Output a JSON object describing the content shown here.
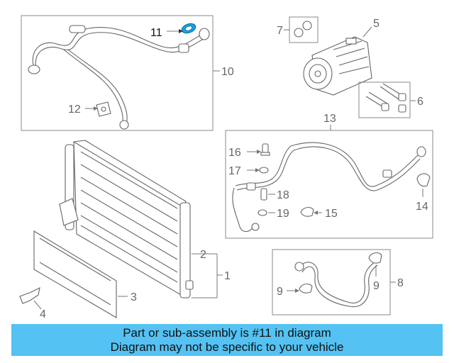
{
  "callouts": {
    "c1": "1",
    "c2": "2",
    "c3": "3",
    "c4": "4",
    "c5": "5",
    "c6": "6",
    "c7": "7",
    "c8": "8",
    "c9a": "9",
    "c9b": "9",
    "c10": "10",
    "c11": "11",
    "c12": "12",
    "c13": "13",
    "c14": "14",
    "c15": "15",
    "c16": "16",
    "c17": "17",
    "c18": "18",
    "c19": "19"
  },
  "highlight_color": "#1aa3e8",
  "banner": {
    "line1": "Part or sub-assembly is #11 in diagram",
    "line2": "Diagram may not be specific to your vehicle",
    "color": "#54c2f3"
  }
}
